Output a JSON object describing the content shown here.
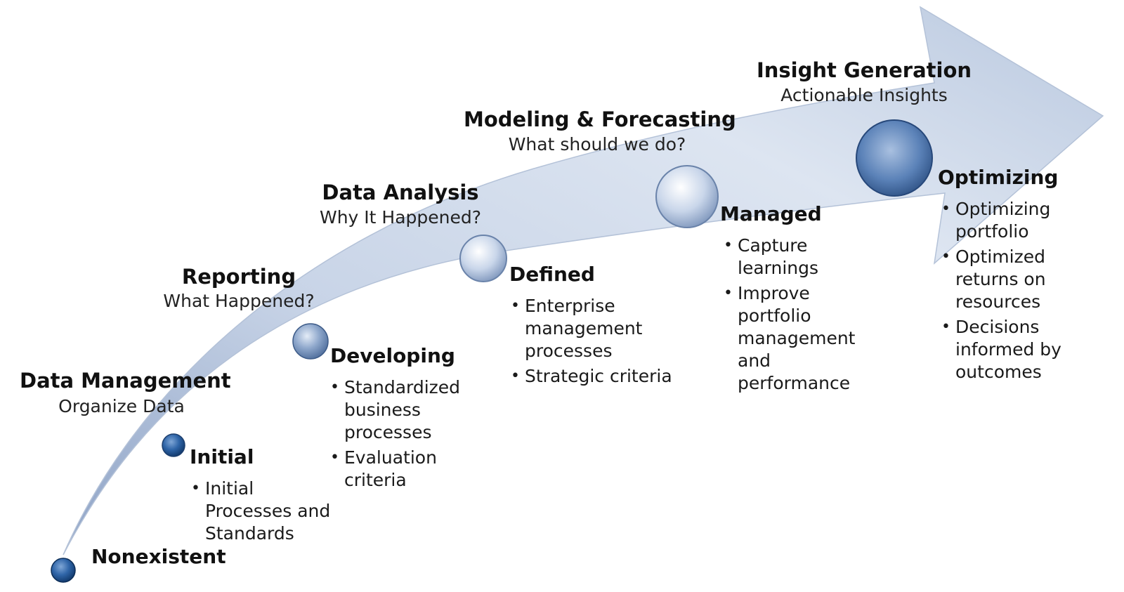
{
  "diagram": {
    "phases": [
      {
        "title": "Data Management",
        "subtitle": "Organize Data"
      },
      {
        "title": "Reporting",
        "subtitle": "What Happened?"
      },
      {
        "title": "Data Analysis",
        "subtitle": "Why It Happened?"
      },
      {
        "title": "Modeling & Forecasting",
        "subtitle": "What should we do?"
      },
      {
        "title": "Insight Generation",
        "subtitle": "Actionable Insights"
      }
    ],
    "stages": [
      {
        "label": "Nonexistent",
        "bullets": []
      },
      {
        "label": "Initial",
        "bullets": [
          "Initial\nProcesses and\nStandards"
        ]
      },
      {
        "label": "Developing",
        "bullets": [
          "Standardized\nbusiness\nprocesses",
          "Evaluation\ncriteria"
        ]
      },
      {
        "label": "Defined",
        "bullets": [
          "Enterprise\nmanagement\nprocesses",
          "Strategic criteria"
        ]
      },
      {
        "label": "Managed",
        "bullets": [
          "Capture\nlearnings",
          "Improve\nportfolio\nmanagement\nand\nperformance"
        ]
      },
      {
        "label": "Optimizing",
        "bullets": [
          "Optimizing\nportfolio",
          "Optimized\nreturns on\nresources",
          "Decisions\ninformed by\noutcomes"
        ]
      }
    ],
    "colors": {
      "arrow_light": "#e6ecf5",
      "arrow_mid": "#c2cfe3",
      "arrow_dark": "#9fb1cf",
      "node_dark": "#1f4e8c",
      "node_light": "#d9e4f2"
    }
  }
}
